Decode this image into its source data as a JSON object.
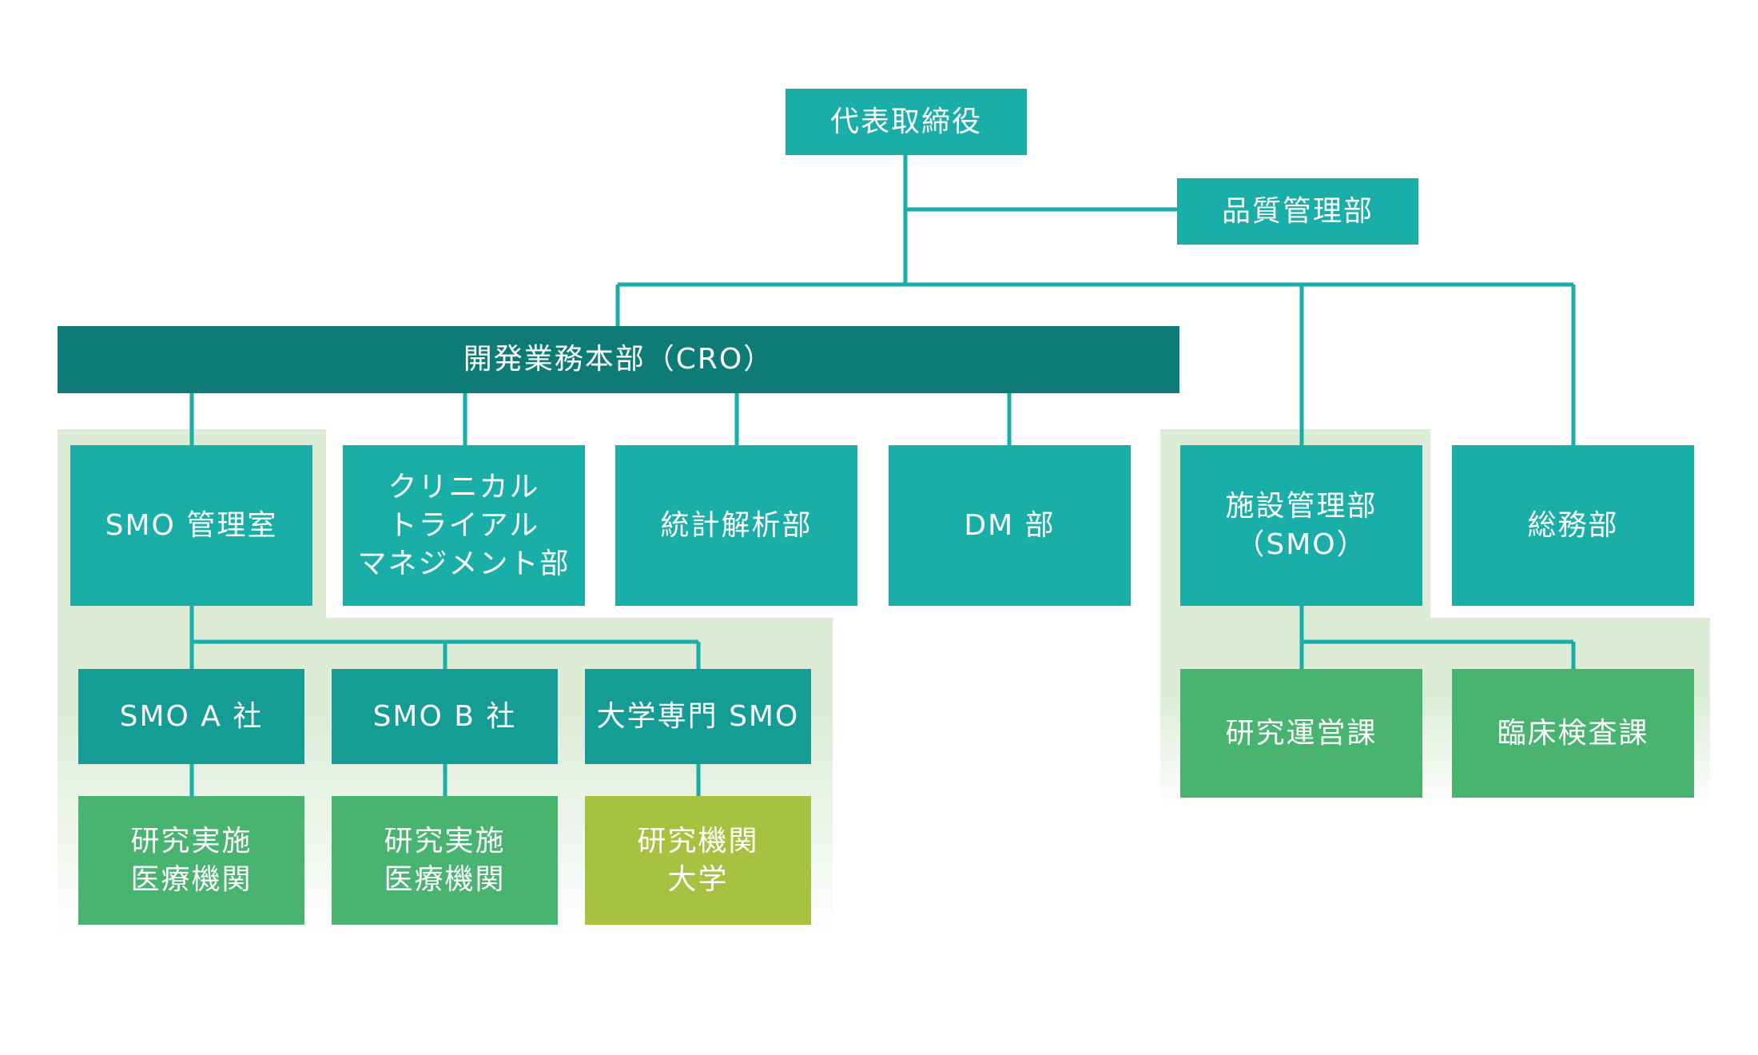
{
  "nodes": {
    "ceo": "代表取締役",
    "quality": "品質管理部",
    "dev_hq": "開発業務本部（CRO）",
    "smo_office": "SMO 管理室",
    "clinical": "クリニカル\nトライアル\nマネジメント部",
    "stats": "統計解析部",
    "dm": "DM 部",
    "facility": "施設管理部\n（SMO）",
    "general": "総務部",
    "smo_a": "SMO A 社",
    "smo_b": "SMO B 社",
    "univ_smo": "大学専門 SMO",
    "site_a": "研究実施\n医療機関",
    "site_b": "研究実施\n医療機関",
    "univ_site": "研究機関\n大学",
    "research_ops": "研究運営課",
    "clinical_lab": "臨床検査課"
  },
  "colors": {
    "teal": "#1aaea8",
    "dark_teal": "#0f7b76",
    "mid_teal": "#149c95",
    "green": "#48b470",
    "lime": "#a9c140",
    "zone_bg": "#dcecd7"
  }
}
